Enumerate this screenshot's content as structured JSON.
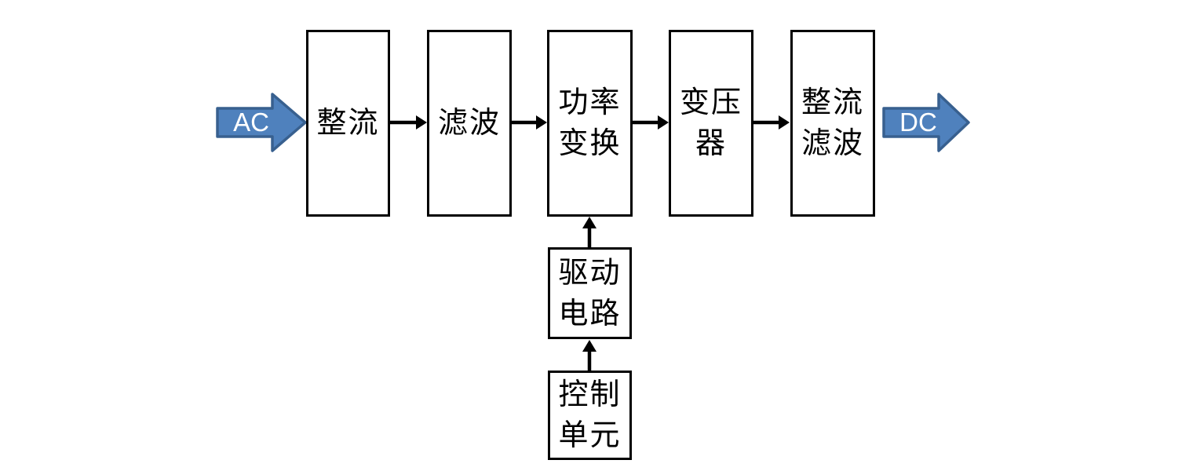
{
  "colors": {
    "background": "#ffffff",
    "box_border": "#000000",
    "box_text": "#000000",
    "connector": "#000000",
    "io_arrow_fill": "#4f81bd",
    "io_arrow_border": "#38608f",
    "io_arrow_text": "#ffffff"
  },
  "diagram": {
    "io": {
      "input_label": "AC",
      "output_label": "DC"
    },
    "blocks": [
      {
        "name": "rectifier",
        "lines": [
          "整流"
        ]
      },
      {
        "name": "filter",
        "lines": [
          "滤波"
        ]
      },
      {
        "name": "power-conversion",
        "lines": [
          "功率",
          "变换"
        ]
      },
      {
        "name": "transformer",
        "lines": [
          "变压",
          "器"
        ]
      },
      {
        "name": "rectifier-filter",
        "lines": [
          "整流",
          "滤波"
        ]
      },
      {
        "name": "drive-circuit",
        "lines": [
          "驱动",
          "电路"
        ]
      },
      {
        "name": "control-unit",
        "lines": [
          "控制",
          "单元"
        ]
      }
    ],
    "flow": [
      "AC → 整流 → 滤波 → 功率变换 → 变压器 → 整流滤波 → DC",
      "控制单元 → 驱动电路 → 功率变换"
    ]
  }
}
